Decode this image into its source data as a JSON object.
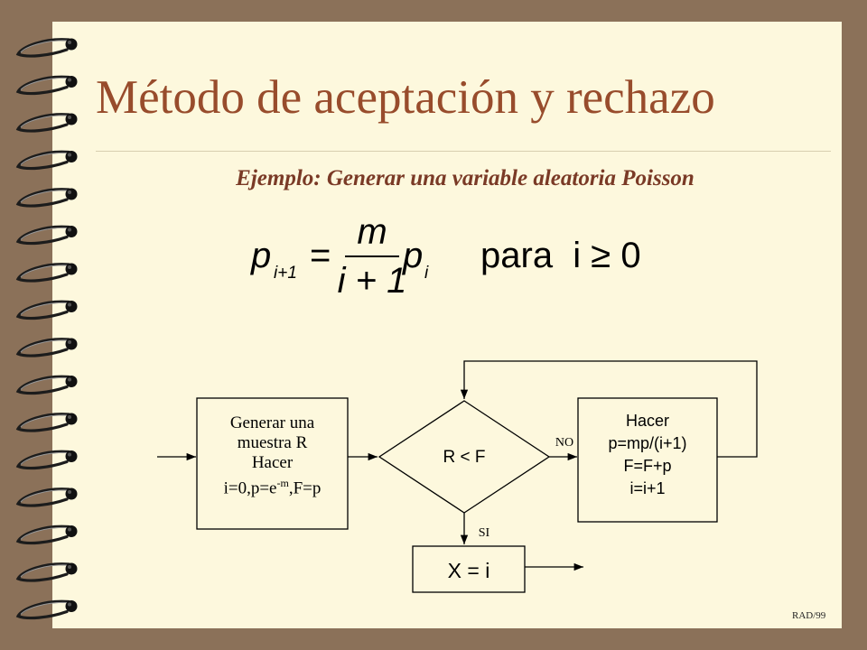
{
  "title": "Método de aceptación y rechazo",
  "subtitle": "Ejemplo: Generar una variable aleatoria Poisson",
  "formula": {
    "lhs_base": "p",
    "lhs_sub": "i+1",
    "equals": "=",
    "numerator": "m",
    "denominator": "i + 1",
    "rhs_base": "p",
    "rhs_sub": "i",
    "condition": "para  i ≥ 0"
  },
  "flowchart": {
    "init_box": {
      "line1": "Generar una",
      "line2": "muestra R",
      "line3": "Hacer",
      "line4_pre": "i=0,p=e",
      "line4_sup": "-m",
      "line4_post": ",F=p"
    },
    "decision": {
      "label": "R < F"
    },
    "update_box": {
      "line1": "Hacer",
      "line2": "p=mp/(i+1)",
      "line3": "F=F+p",
      "line4": "i=i+1"
    },
    "output_box": {
      "label": "X = i"
    },
    "edge_no": "NO",
    "edge_si": "SI"
  },
  "footer": "RAD/99",
  "colors": {
    "background": "#8b7159",
    "slide": "#fdf8dd",
    "title": "#984c2c",
    "subtitle": "#7a3a26",
    "box_fill": "#fdf8dd",
    "stroke": "#000000"
  }
}
